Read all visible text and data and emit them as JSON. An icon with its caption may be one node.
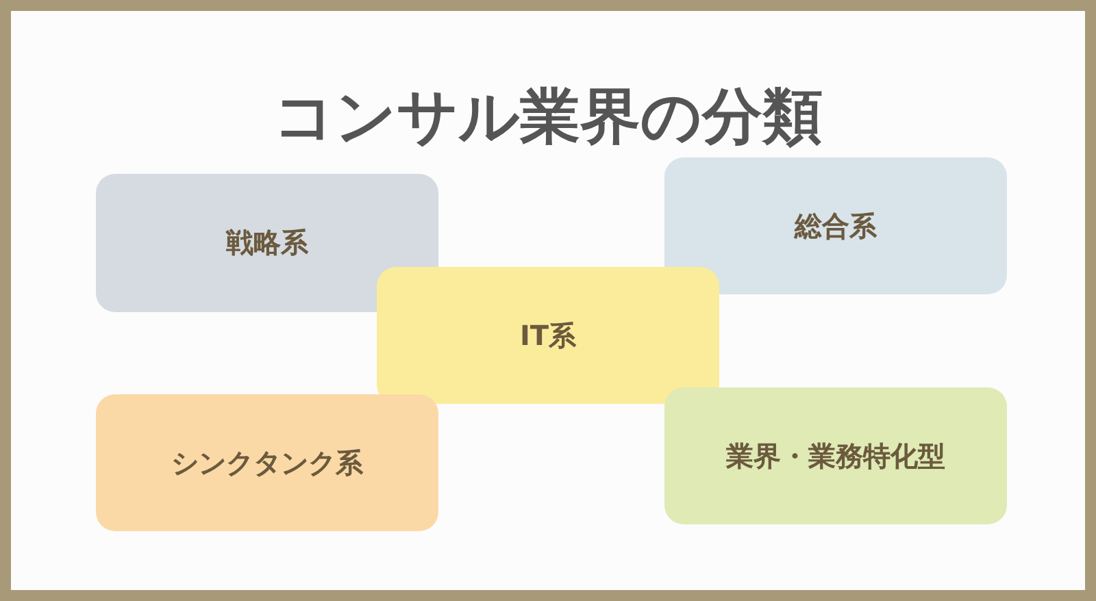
{
  "diagram": {
    "title": "コンサル業界の分類",
    "nodes": [
      {
        "text": [
          "戦略系"
        ]
      },
      {
        "text": [
          "総合系"
        ]
      },
      {
        "text": [
          "IT系"
        ]
      },
      {
        "text": [
          "シンクタンク系"
        ]
      },
      {
        "text": [
          "業界・業務特化型"
        ]
      }
    ]
  }
}
